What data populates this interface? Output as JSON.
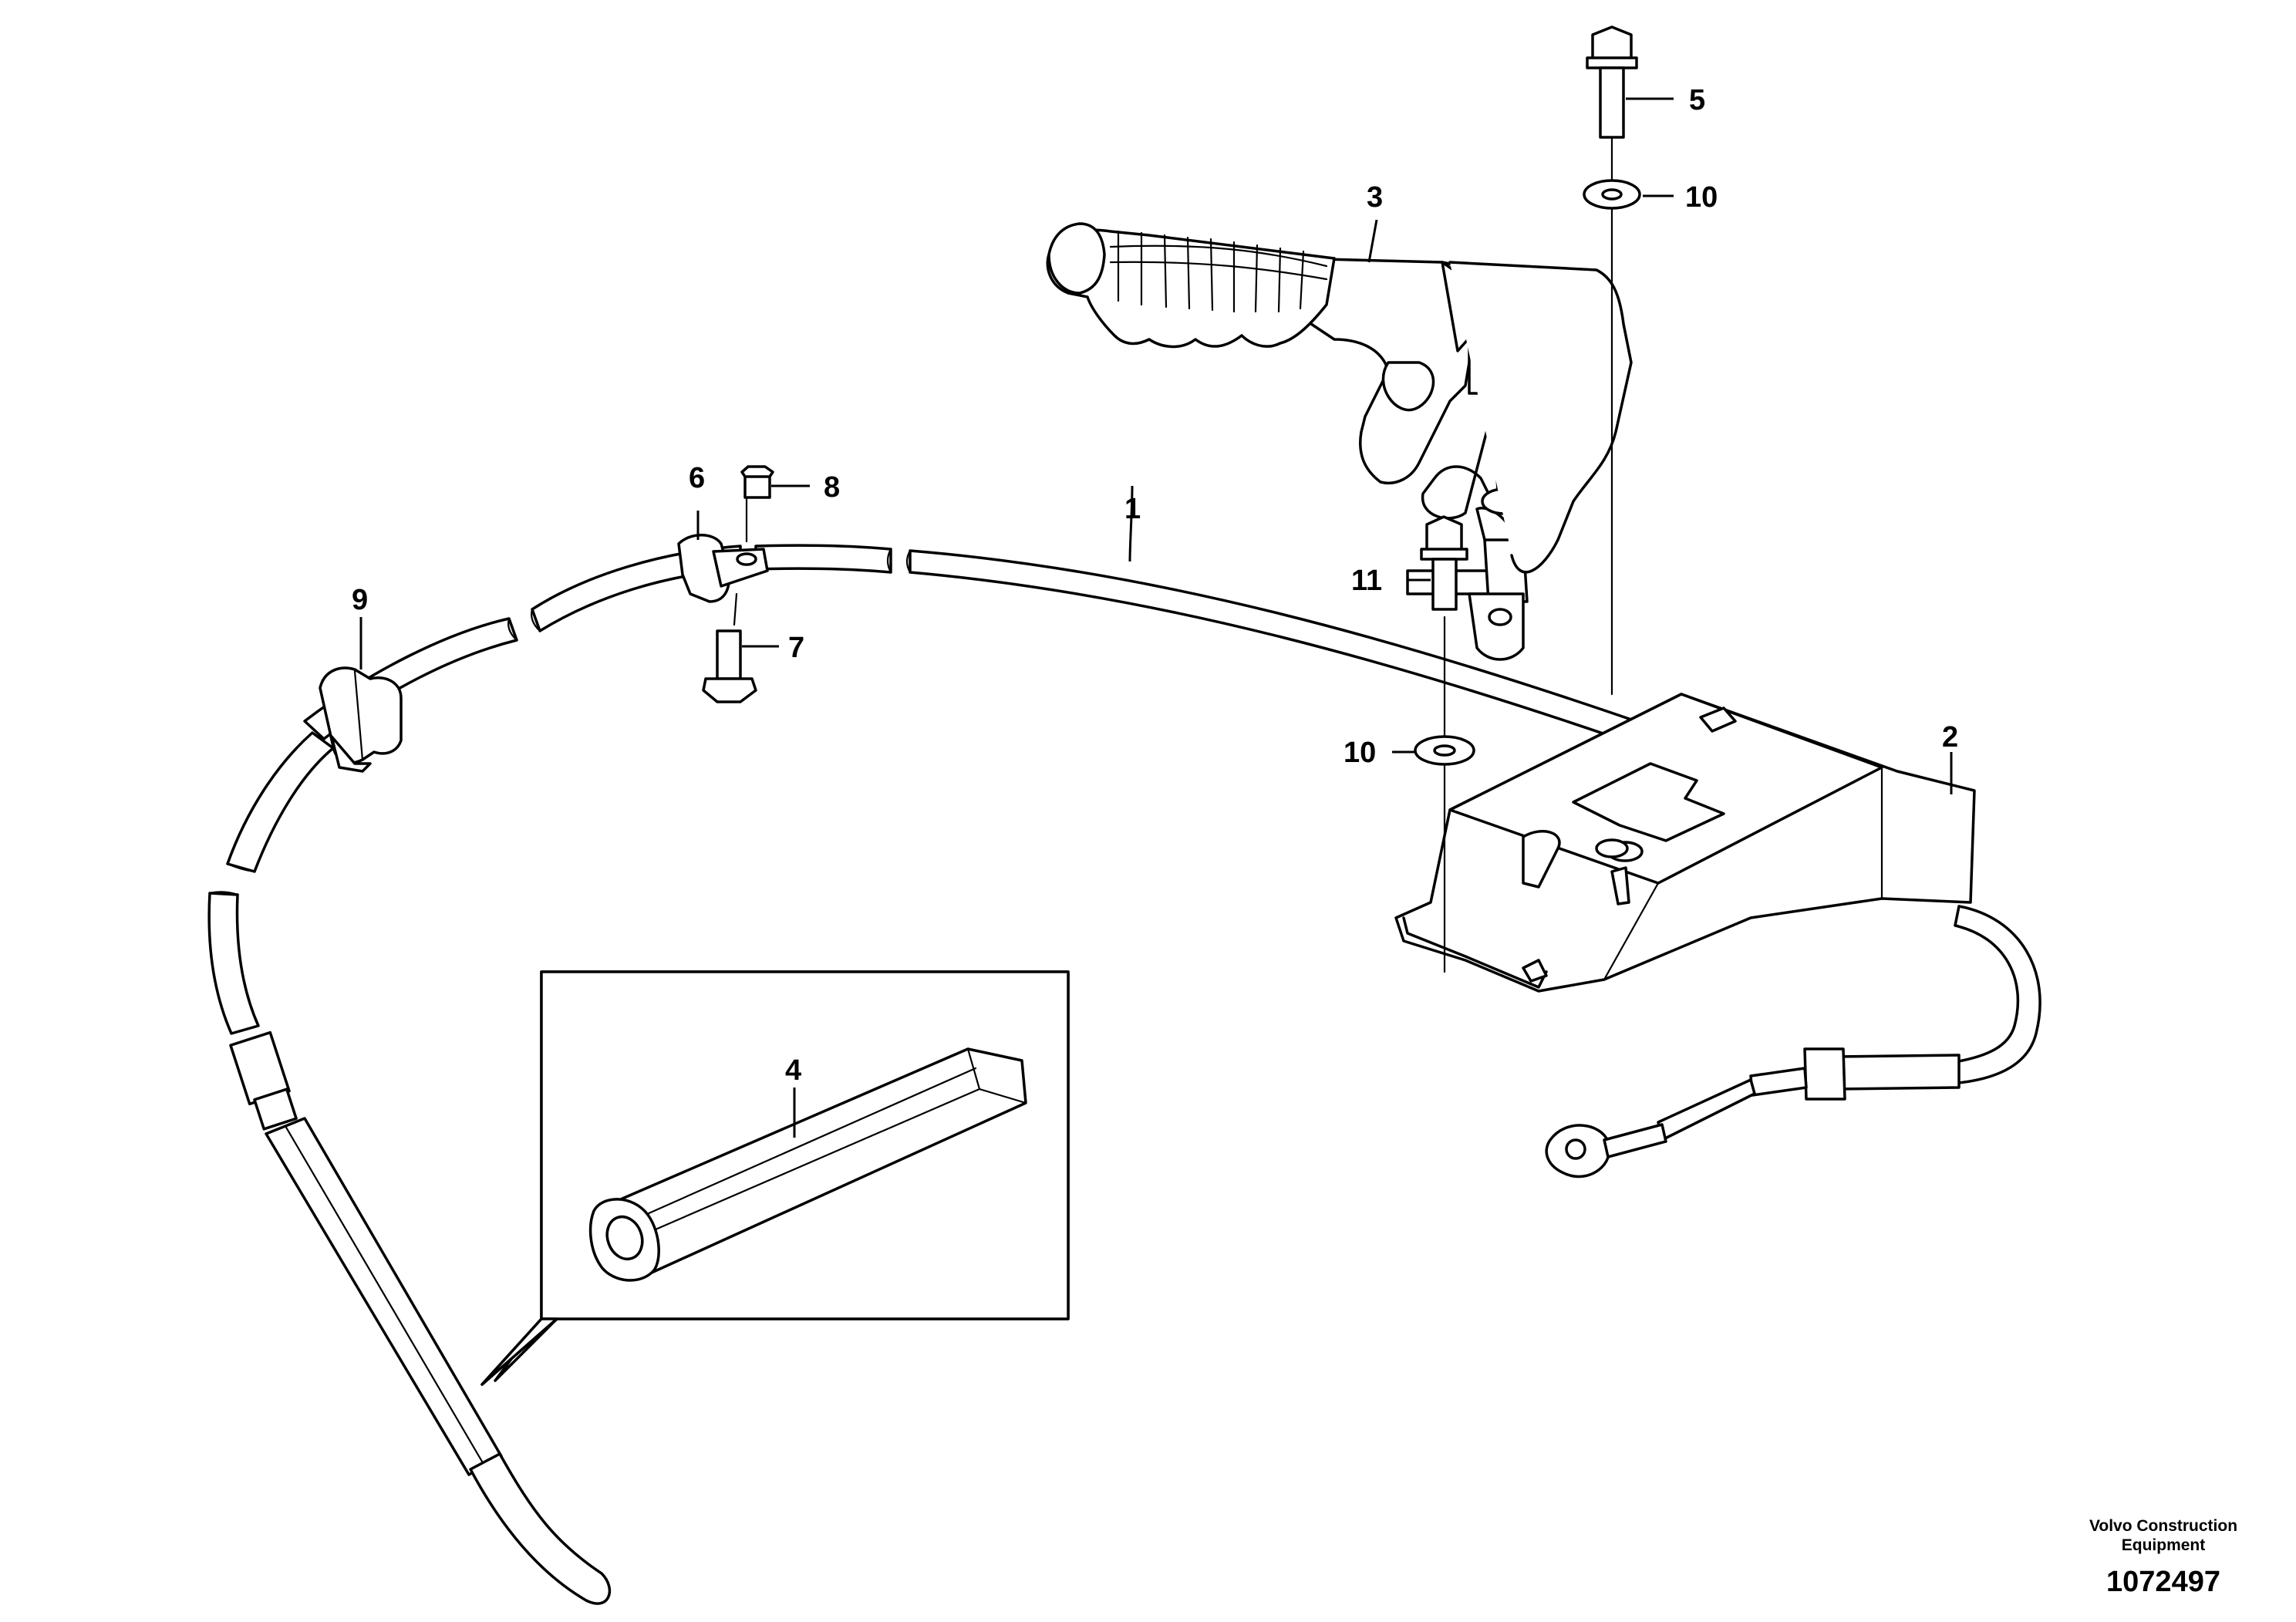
{
  "callouts": {
    "c1": "1",
    "c2": "2",
    "c3": "3",
    "c4": "4",
    "c5": "5",
    "c6": "6",
    "c7": "7",
    "c8": "8",
    "c9": "9",
    "c10a": "10",
    "c10b": "10",
    "c11": "11"
  },
  "footer": {
    "company_line1": "Volvo Construction",
    "company_line2": "Equipment",
    "drawing_number": "1072497"
  }
}
